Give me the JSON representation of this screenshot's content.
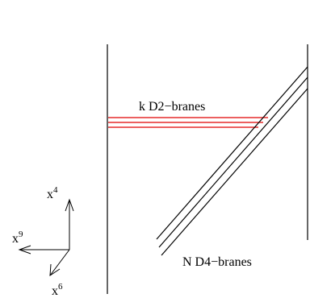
{
  "colors": {
    "branes": "#000000",
    "d2_branes": "#e00000",
    "axes": "#000000",
    "background": "#ffffff"
  },
  "labels": {
    "d2_branes": "k D2−branes",
    "d4_branes": "N D4−branes"
  },
  "axes": {
    "vertical": {
      "base": "x",
      "sup": "4"
    },
    "horizontal": {
      "base": "x",
      "sup": "9"
    },
    "diagonal": {
      "base": "x",
      "sup": "6"
    }
  }
}
